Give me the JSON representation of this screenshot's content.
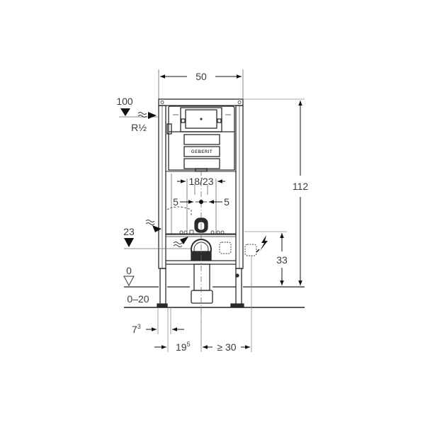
{
  "diagram": {
    "subject": "Wall-hung WC installation frame",
    "brand_plate": "GEBERIT",
    "dimensions": {
      "width": "50",
      "height": "112",
      "center_spacing": "18/23",
      "offset_left": "5",
      "offset_right": "5",
      "electrical_height": "33",
      "left_gap_base": "7",
      "left_gap_sup": "3",
      "drain_offset_base": "19",
      "drain_offset_sup": "5",
      "min_clearance": "≥ 30"
    },
    "levels": {
      "water_supply_height": "100",
      "water_supply_thread": "R½",
      "drain_height": "23",
      "floor_level": "0",
      "floor_range": "0–20"
    },
    "colors": {
      "line": "#2b2b2b",
      "dim_line": "#8a8a8a",
      "text": "#3a3a3a",
      "background": "#ffffff"
    }
  }
}
